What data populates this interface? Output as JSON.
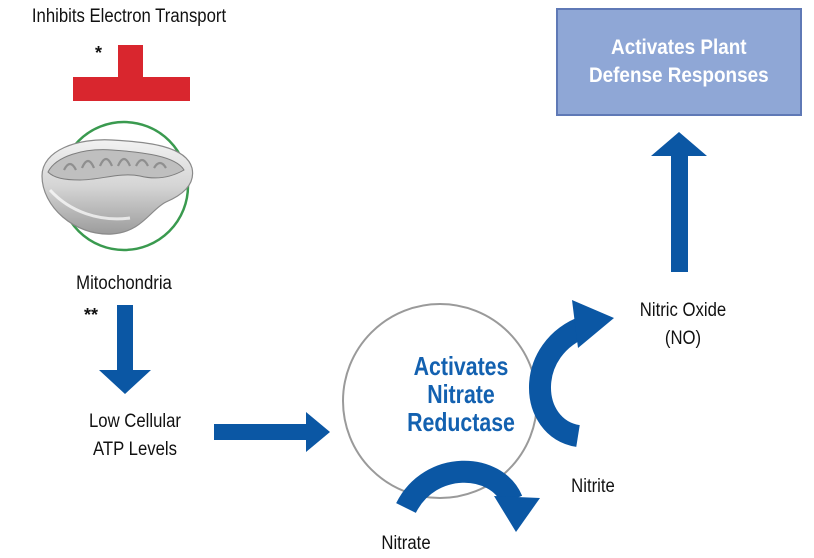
{
  "labels": {
    "inhibits": "Inhibits Electron Transport",
    "star_single": "*",
    "star_double": "**",
    "mitochondria": "Mitochondria",
    "low_atp_line1": "Low Cellular",
    "low_atp_line2": "ATP Levels",
    "nitric_oxide_line1": "Nitric Oxide",
    "nitric_oxide_line2": "(NO)",
    "nitrite": "Nitrite",
    "nitrate": "Nitrate"
  },
  "center": {
    "line1": "Activates",
    "line2": "Nitrate",
    "line3": "Reductase"
  },
  "defense_box": {
    "line1": "Activates Plant",
    "line2": "Defense Responses"
  },
  "colors": {
    "arrow_blue": "#0b57a4",
    "inhibitor_red": "#d9262e",
    "circle_green": "#3a9a4f",
    "circle_gray": "#9a9a9a",
    "box_fill": "#8fa7d6",
    "center_text": "#1361b0"
  }
}
